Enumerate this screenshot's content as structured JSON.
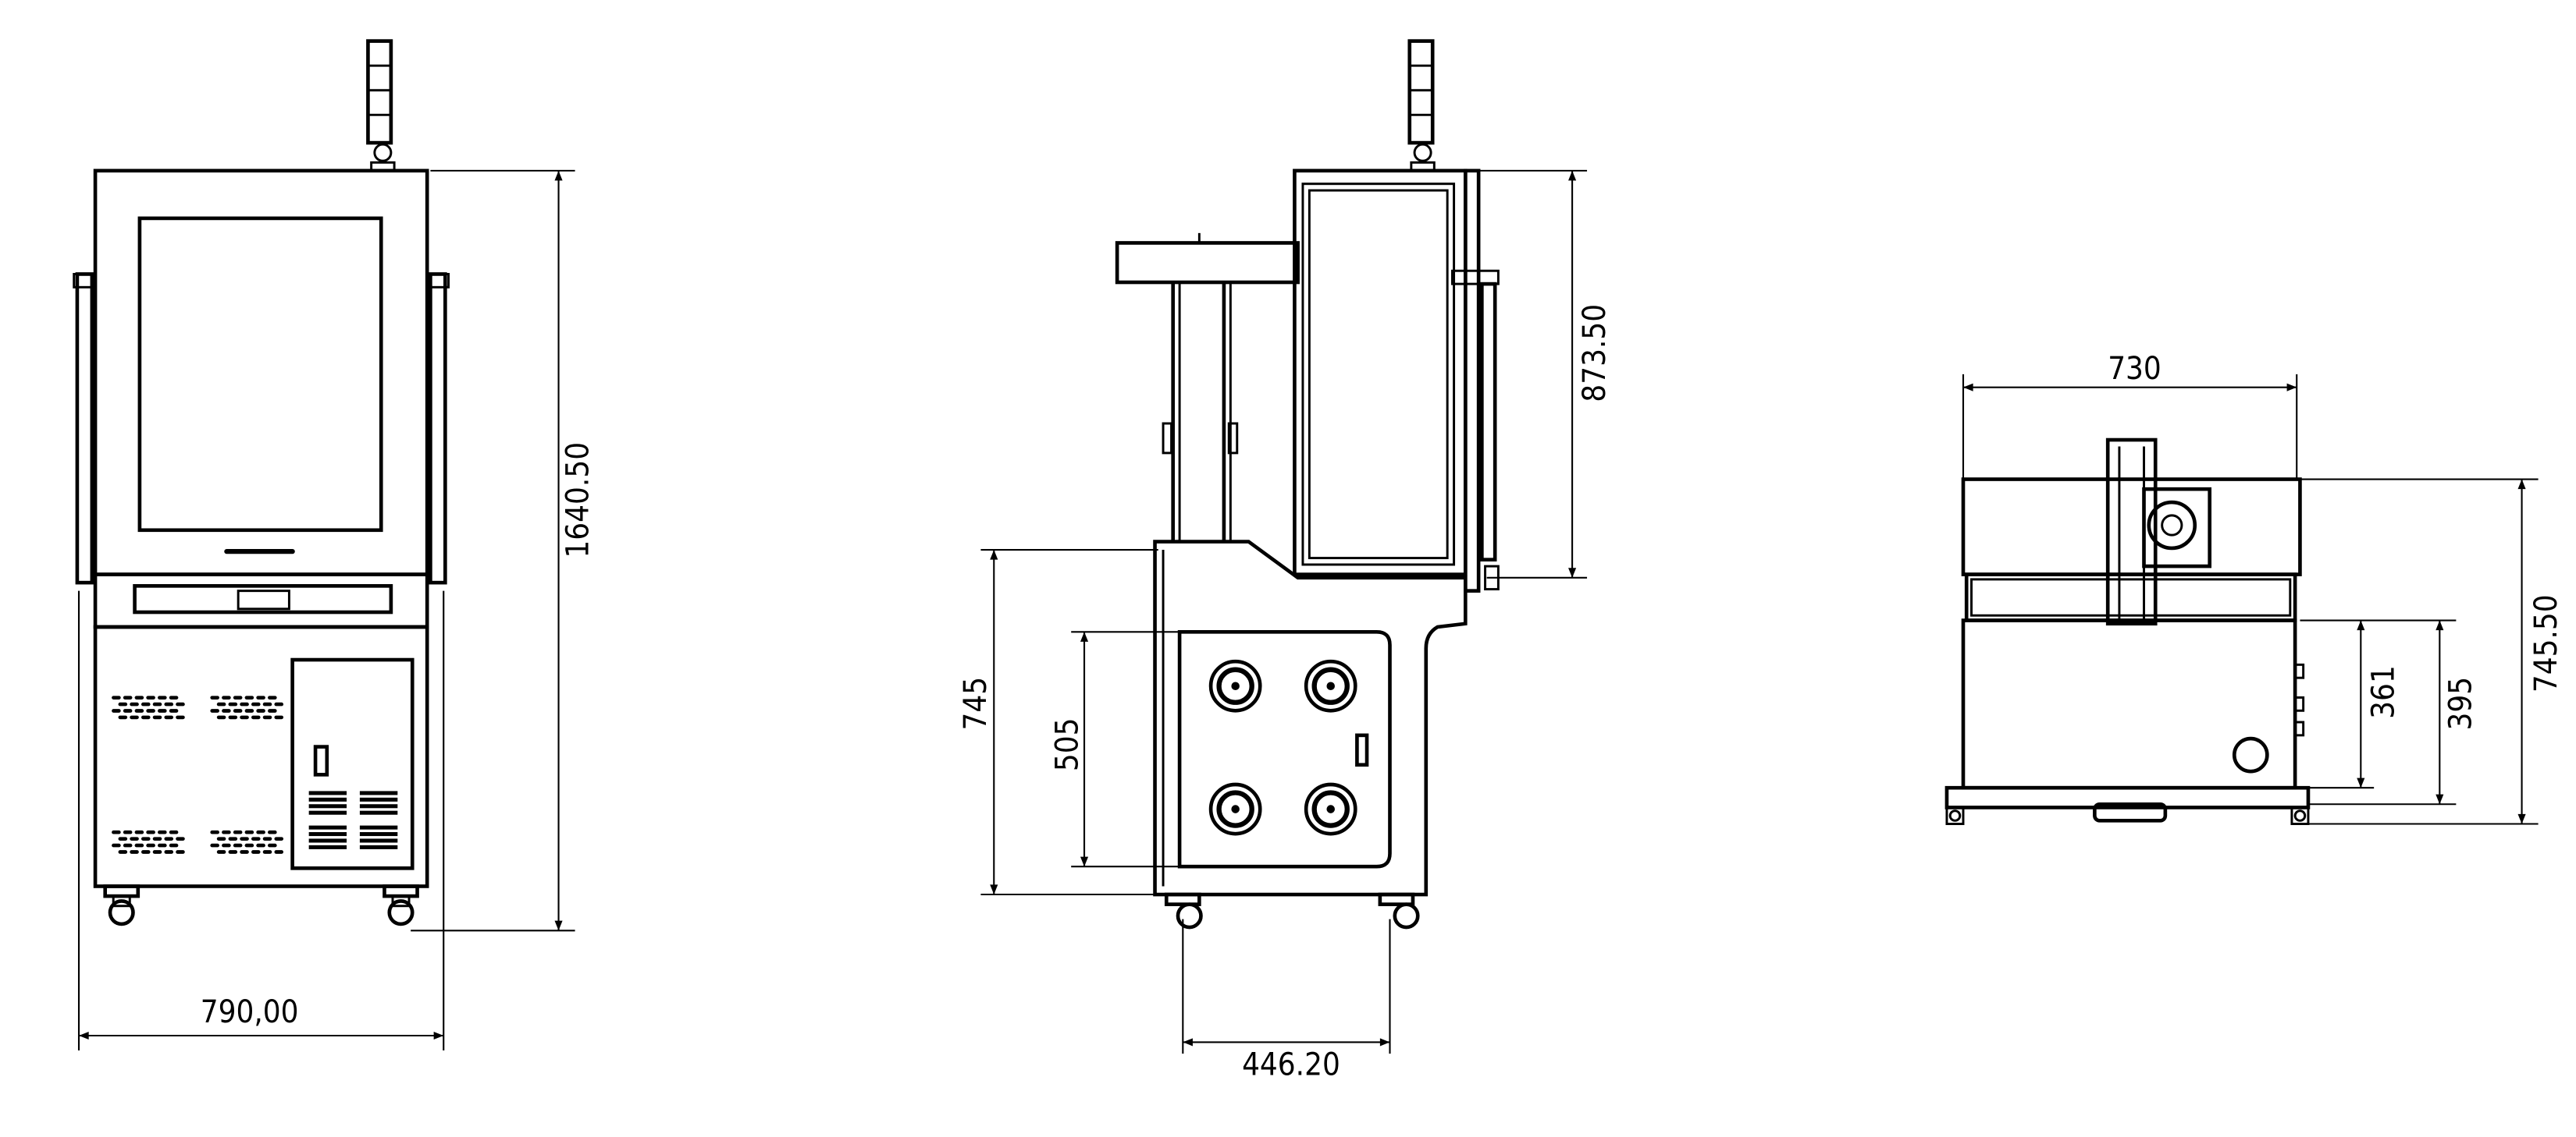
{
  "drawing": {
    "views": [
      "front-view",
      "side-view",
      "top-view"
    ],
    "front_view": {
      "height_dim": "1640.50",
      "width_dim": "790,00"
    },
    "side_view": {
      "upper_height_dim": "873.50",
      "base_height_dim": "745",
      "panel_height_dim": "505",
      "caster_span_dim": "446.20"
    },
    "top_view": {
      "width_dim": "730",
      "height_dim": "745.50",
      "inner_dim_a": "361",
      "inner_dim_b": "395"
    },
    "line_color": "#000000",
    "background": "#ffffff"
  }
}
